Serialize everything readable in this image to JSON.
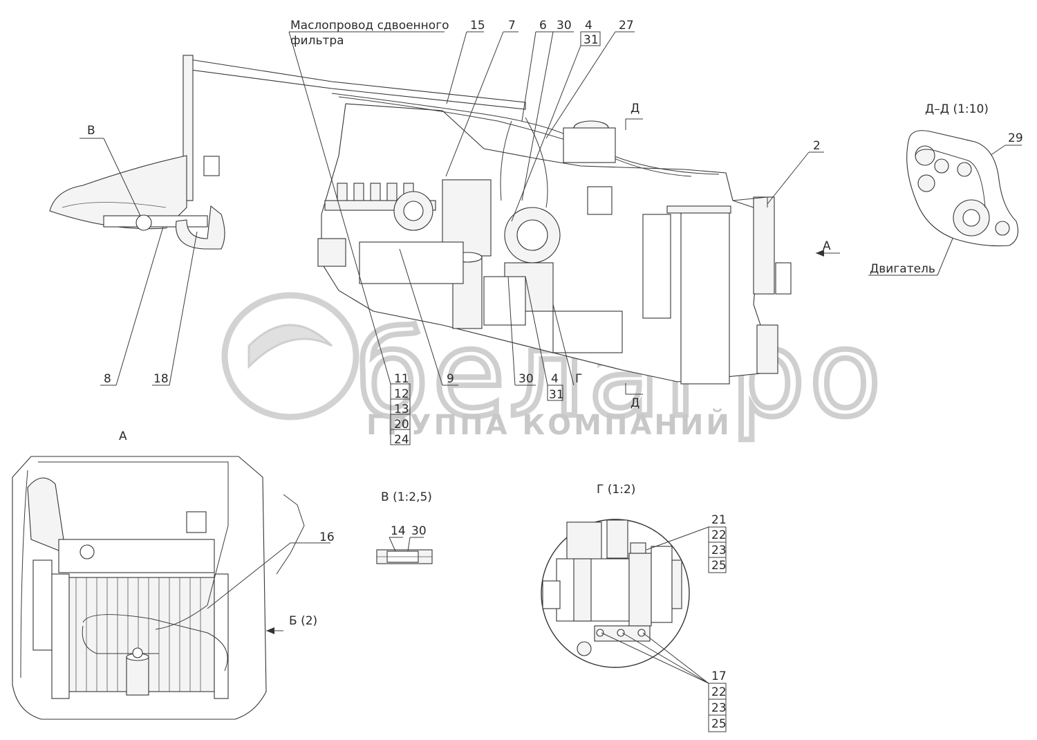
{
  "watermark": {
    "brand": "белагро",
    "tagline": "ГРУППА КОМПАНИЙ"
  },
  "views": {
    "section_dd": "Д–Д (1:10)",
    "view_a": "А",
    "view_v": "В (1:2,5)",
    "view_g": "Г (1:2)"
  },
  "callouts": {
    "oil_line_1": "Маслопровод сдвоенного",
    "oil_line_2": "фильтра",
    "engine": "Двигатель",
    "view_b": "Б (2)",
    "mark_d_top": "Д",
    "mark_d_bottom": "Д",
    "mark_a": "А",
    "mark_v": "В",
    "mark_g": "Г"
  },
  "positions": {
    "top": [
      "15",
      "7",
      "6",
      "30",
      "4",
      "31",
      "27"
    ],
    "p2": "2",
    "p29": "29",
    "left": [
      "8",
      "18"
    ],
    "bottom_stack": [
      "11",
      "12",
      "13",
      "20",
      "24"
    ],
    "p9": "9",
    "p30b": "30",
    "p4b": "4",
    "p31b": "31",
    "p16": "16",
    "v_detail": [
      "14",
      "30"
    ],
    "g_top": [
      "21",
      "22",
      "23",
      "25"
    ],
    "g_bottom": [
      "17",
      "22",
      "23",
      "25"
    ]
  }
}
